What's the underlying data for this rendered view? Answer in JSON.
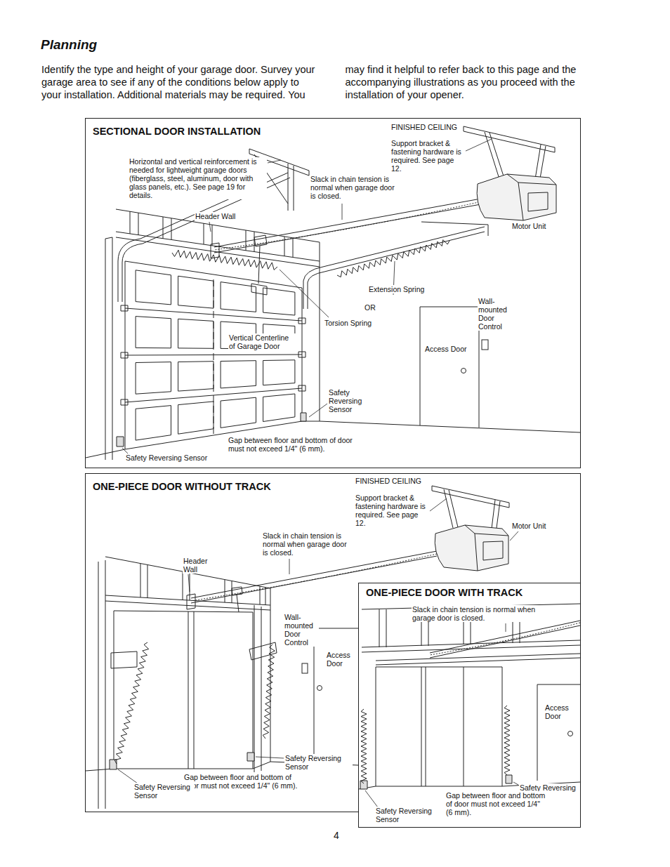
{
  "diagram": {
    "title": "Planning",
    "nodes": [
      {
        "text": [
          "SECTIONAL DOOR INSTALLATION"
        ]
      },
      {
        "text": [
          "ONE-PIECE DOOR WITHOUT TRACK"
        ]
      },
      {
        "text": [
          "ONE-PIECE DOOR WITH TRACK"
        ]
      }
    ],
    "labels": [
      "Identify the type and height of your garage door. Survey your garage area to see if any of the conditions below apply to your installation. Additional materials may be required. You may find it helpful to refer back to this page and the accompanying illustrations as you proceed with the installation of your opener.",
      "FINISHED CEILING",
      "Support bracket & fastening hardware is required. See page 12.",
      "Horizontal and vertical reinforcement is needed for lightweight garage doors (fiberglass, steel, aluminum, door with glass panels, etc.). See page 19 for details.",
      "Slack in chain tension is normal when garage door is closed.",
      "Header Wall",
      "Motor Unit",
      "Extension Spring",
      "OR",
      "Wall-mounted Door Control",
      "Torsion Spring",
      "Vertical Centerline of Garage Door",
      "Access Door",
      "Safety Reversing Sensor",
      "Gap between floor and bottom of door must not exceed 1/4\" (6 mm).",
      "Safety Reversing Sensor",
      "FINISHED CEILING",
      "Support bracket & fastening hardware is required. See page 12.",
      "Slack in chain tension is normal when garage door is closed.",
      "Motor Unit",
      "Header Wall",
      "Wall-mounted Door Control",
      "Access Door",
      "Safety Reversing Sensor",
      "Gap between floor and bottom of door must not exceed 1/4\" (6 mm).",
      "Safety Reversing Sensor",
      "Slack in chain tension is normal when garage door is closed.",
      "Access Door",
      "Safety Reversing Sensor",
      "Gap between floor and bottom of door must not exceed 1/4\" (6 mm).",
      "Safety Reversing Sensor",
      "4"
    ]
  }
}
